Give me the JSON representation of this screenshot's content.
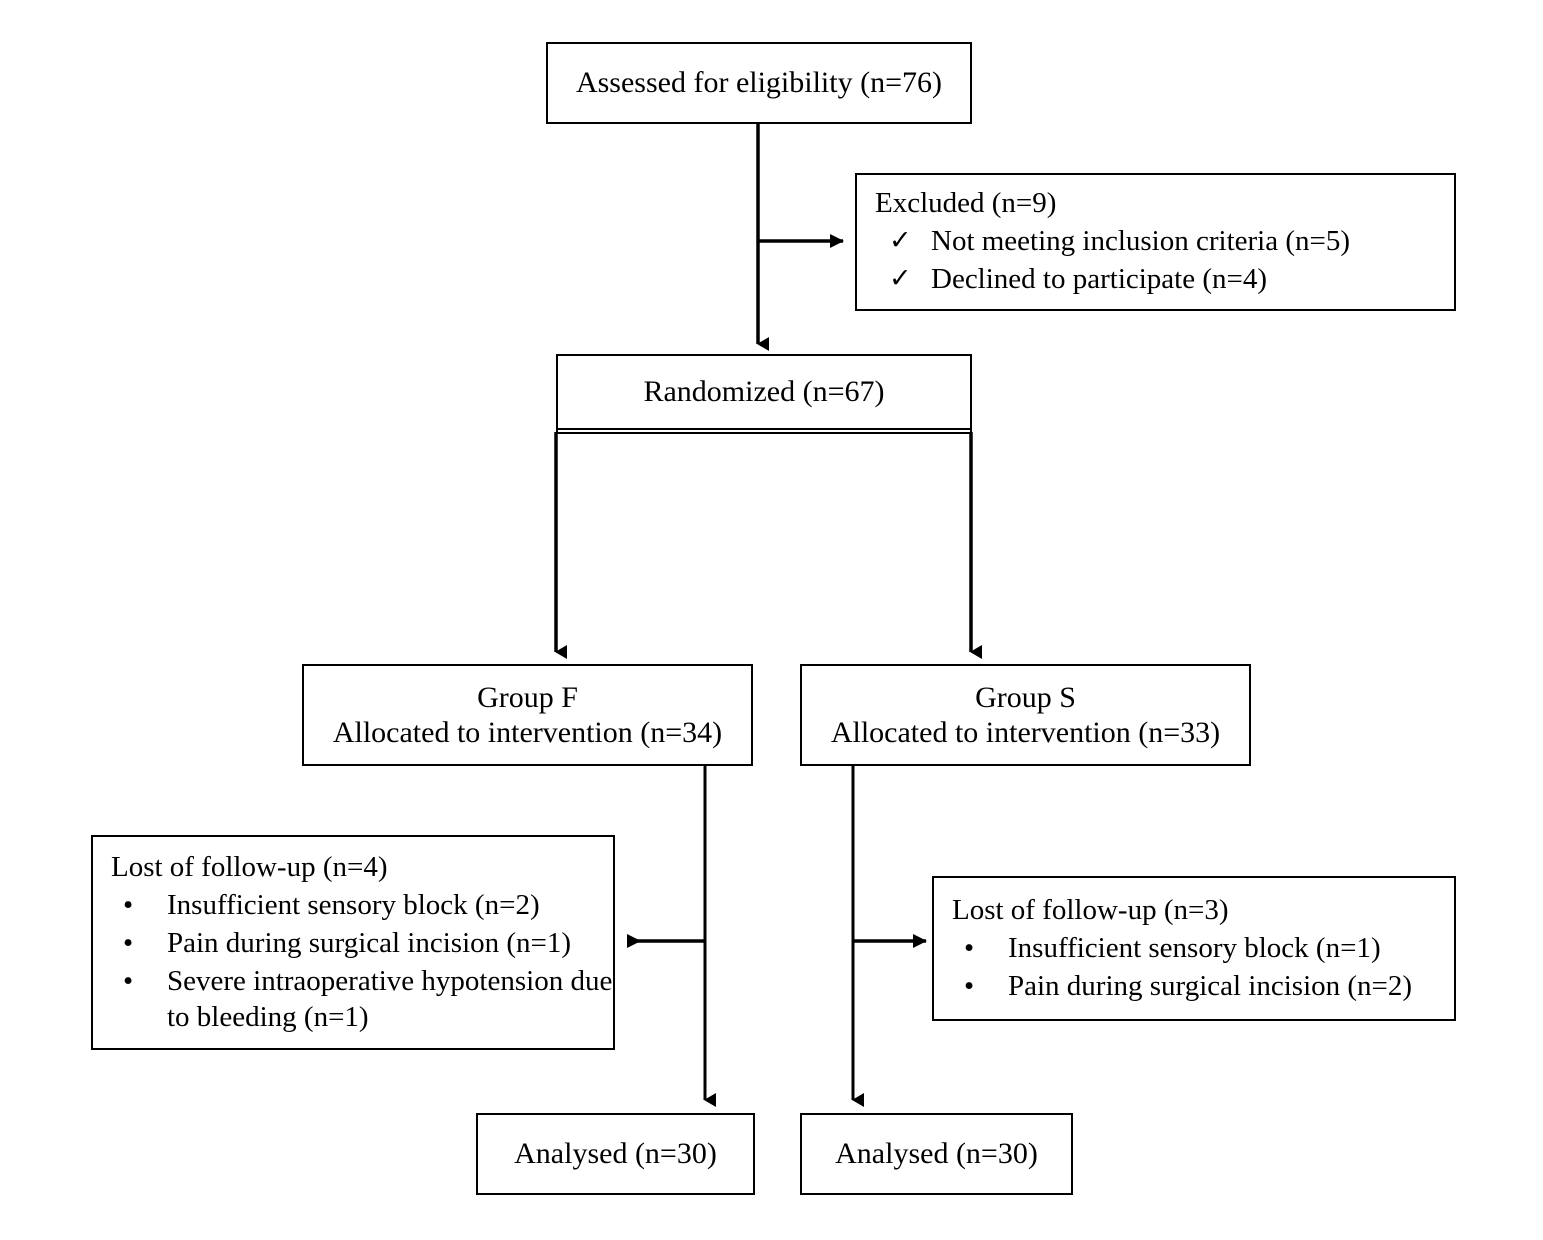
{
  "diagram": {
    "type": "consort-flow-diagram",
    "title": "CONSORT participant flow",
    "line_color": "#000000",
    "background_color": "#ffffff",
    "text_color": "#000000"
  },
  "nodes": {
    "assessed": {
      "label": "Assessed for eligibility (n=76)"
    },
    "excluded": {
      "heading": "Excluded (n=9)",
      "bullet_glyph": "✓",
      "items": [
        "Not meeting inclusion criteria (n=5)",
        "Declined to participate (n=4)"
      ]
    },
    "randomized": {
      "label": "Randomized (n=67)"
    },
    "group_f": {
      "line1": "Group F",
      "line2": "Allocated to intervention (n=34)"
    },
    "group_s": {
      "line1": "Group S",
      "line2": "Allocated to intervention (n=33)"
    },
    "lost_f": {
      "heading": "Lost of follow-up (n=4)",
      "bullet_glyph": "•",
      "items": [
        "Insufficient sensory block (n=2)",
        "Pain during surgical incision (n=1)",
        "Severe intraoperative hypotension due to bleeding (n=1)"
      ]
    },
    "lost_s": {
      "heading": "Lost of follow-up (n=3)",
      "bullet_glyph": "•",
      "items": [
        "Insufficient sensory block (n=1)",
        "Pain during surgical incision (n=2)"
      ]
    },
    "analysed_f": {
      "label": "Analysed (n=30)"
    },
    "analysed_s": {
      "label": "Analysed (n=30)"
    }
  },
  "counts": {
    "assessed": 76,
    "excluded_total": 9,
    "excluded_not_meeting_criteria": 5,
    "excluded_declined": 4,
    "randomized": 67,
    "group_f_allocated": 34,
    "group_s_allocated": 33,
    "lost_f_total": 4,
    "lost_f_insufficient_block": 2,
    "lost_f_pain_incision": 1,
    "lost_f_hypotension": 1,
    "lost_s_total": 3,
    "lost_s_insufficient_block": 1,
    "lost_s_pain_incision": 2,
    "analysed_f": 30,
    "analysed_s": 30
  }
}
